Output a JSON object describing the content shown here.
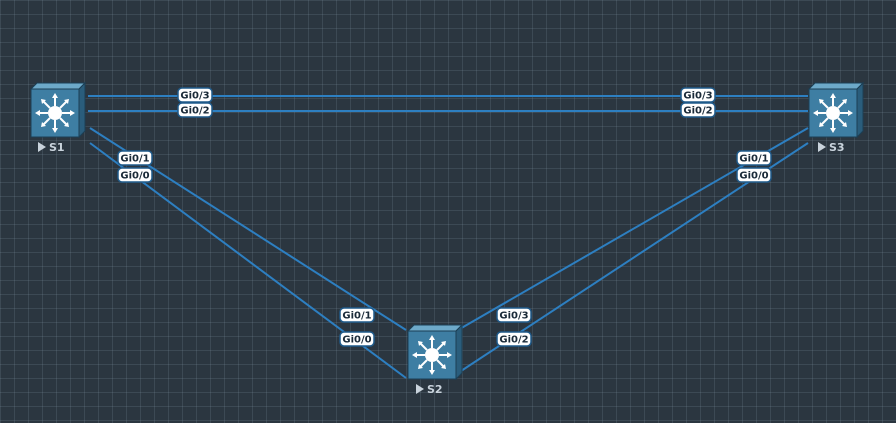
{
  "nodes": [
    {
      "id": "S1",
      "name": "S1",
      "icon": "multilayer-switch-icon"
    },
    {
      "id": "S2",
      "name": "S2",
      "icon": "multilayer-switch-icon"
    },
    {
      "id": "S3",
      "name": "S3",
      "icon": "multilayer-switch-icon"
    }
  ],
  "links": [
    {
      "from": "S1",
      "from_port": "Gi0/3",
      "to": "S3",
      "to_port": "Gi0/3"
    },
    {
      "from": "S1",
      "from_port": "Gi0/2",
      "to": "S3",
      "to_port": "Gi0/2"
    },
    {
      "from": "S1",
      "from_port": "Gi0/1",
      "to": "S2",
      "to_port": "Gi0/1"
    },
    {
      "from": "S1",
      "from_port": "Gi0/0",
      "to": "S2",
      "to_port": "Gi0/0"
    },
    {
      "from": "S3",
      "from_port": "Gi0/1",
      "to": "S2",
      "to_port": "Gi0/3"
    },
    {
      "from": "S3",
      "from_port": "Gi0/0",
      "to": "S2",
      "to_port": "Gi0/2"
    }
  ],
  "colors": {
    "background": "#2b3640",
    "link": "#2d7fc1",
    "switch_face": "#3e7ea3",
    "label_border": "#1f5a8a"
  }
}
